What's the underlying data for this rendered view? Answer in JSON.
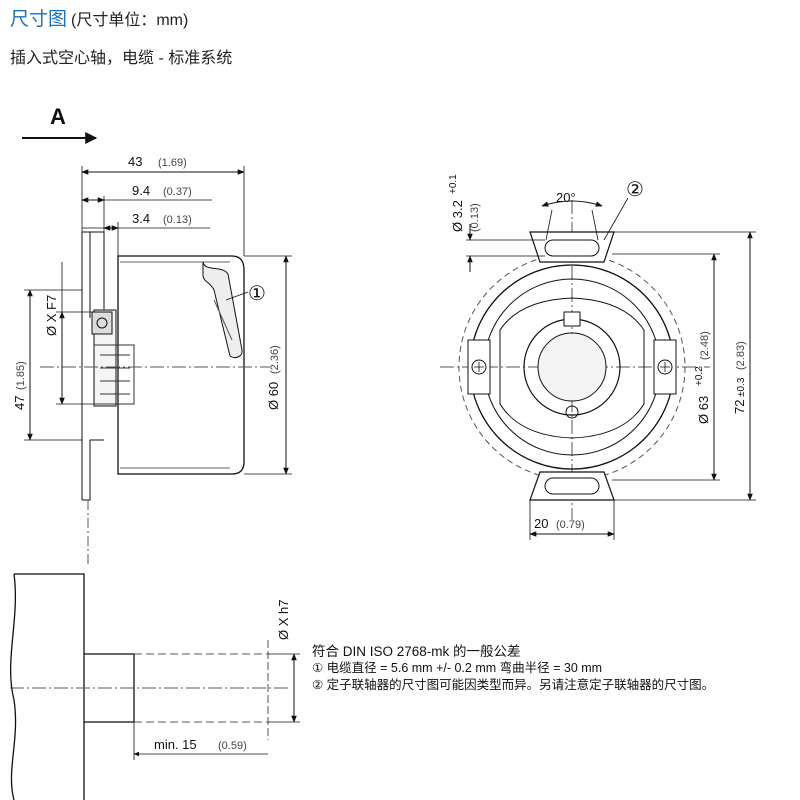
{
  "header": {
    "title": "尺寸图",
    "title_unit": "(尺寸单位：mm)",
    "subtitle": "插入式空心轴，电缆 - 标准系统"
  },
  "side_view": {
    "view_label": "A",
    "dim_43": "43",
    "dim_43_in": "(1.69)",
    "dim_9_4": "9.4",
    "dim_9_4_in": "(0.37)",
    "dim_3_4": "3.4",
    "dim_3_4_in": "(0.13)",
    "dim_xf7": "Ø X F7",
    "dim_47": "47",
    "dim_47_in": "(1.85)",
    "dim_60": "Ø 60",
    "dim_60_in": "(2.36)",
    "callout_1": "①"
  },
  "front_view": {
    "angle": "20°",
    "callout_2": "②",
    "dim_3_2": "Ø 3.2",
    "dim_3_2_tol": "+0.1",
    "dim_3_2_in": "(0.13)",
    "dim_63": "Ø 63",
    "dim_63_tol": "+0.2",
    "dim_63_in": "(2.48)",
    "dim_72": "72",
    "dim_72_tol": "±0.3",
    "dim_72_in": "(2.83)",
    "dim_20": "20",
    "dim_20_in": "(0.79)"
  },
  "shaft_view": {
    "dim_xh7": "Ø X h7",
    "dim_min15": "min. 15",
    "dim_min15_in": "(0.59)"
  },
  "notes": {
    "line1": "符合 DIN ISO 2768-mk 的一般公差",
    "line2": "①  电缆直径 = 5.6 mm +/- 0.2 mm 弯曲半径 = 30 mm",
    "line3": "②  定子联轴器的尺寸图可能因类型而异。另请注意定子联轴器的尺寸图。"
  }
}
